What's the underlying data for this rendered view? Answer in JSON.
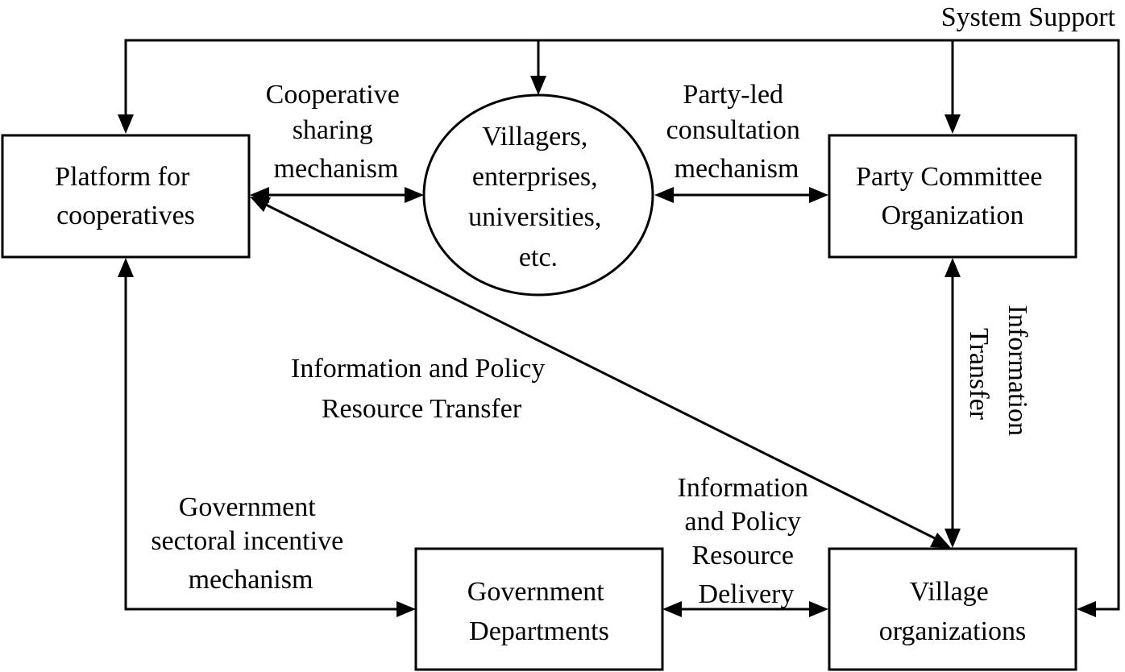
{
  "nodes": {
    "platform": {
      "shape": "rectangle",
      "lines": [
        "Platform for",
        "cooperatives"
      ]
    },
    "villagers": {
      "shape": "ellipse",
      "lines": [
        "Villagers,",
        "enterprises,",
        "universities,",
        "etc."
      ]
    },
    "party": {
      "shape": "rectangle",
      "lines": [
        "Party Committee",
        "Organization"
      ]
    },
    "government": {
      "shape": "rectangle",
      "lines": [
        "Government",
        "Departments"
      ]
    },
    "village": {
      "shape": "rectangle",
      "lines": [
        "Village",
        "organizations"
      ]
    }
  },
  "labels": {
    "system_support": "System Support",
    "cooperative_sharing": [
      "Cooperative",
      "sharing",
      "mechanism"
    ],
    "party_led": [
      "Party-led",
      "consultation",
      "mechanism"
    ],
    "info_policy_transfer": [
      "Information and Policy",
      "Resource Transfer"
    ],
    "info_transfer": [
      "Information",
      "Transfer"
    ],
    "gov_incentive": [
      "Government",
      "sectoral incentive",
      "mechanism"
    ],
    "info_policy_delivery": [
      "Information",
      "and Policy",
      "Resource",
      "Delivery"
    ]
  }
}
